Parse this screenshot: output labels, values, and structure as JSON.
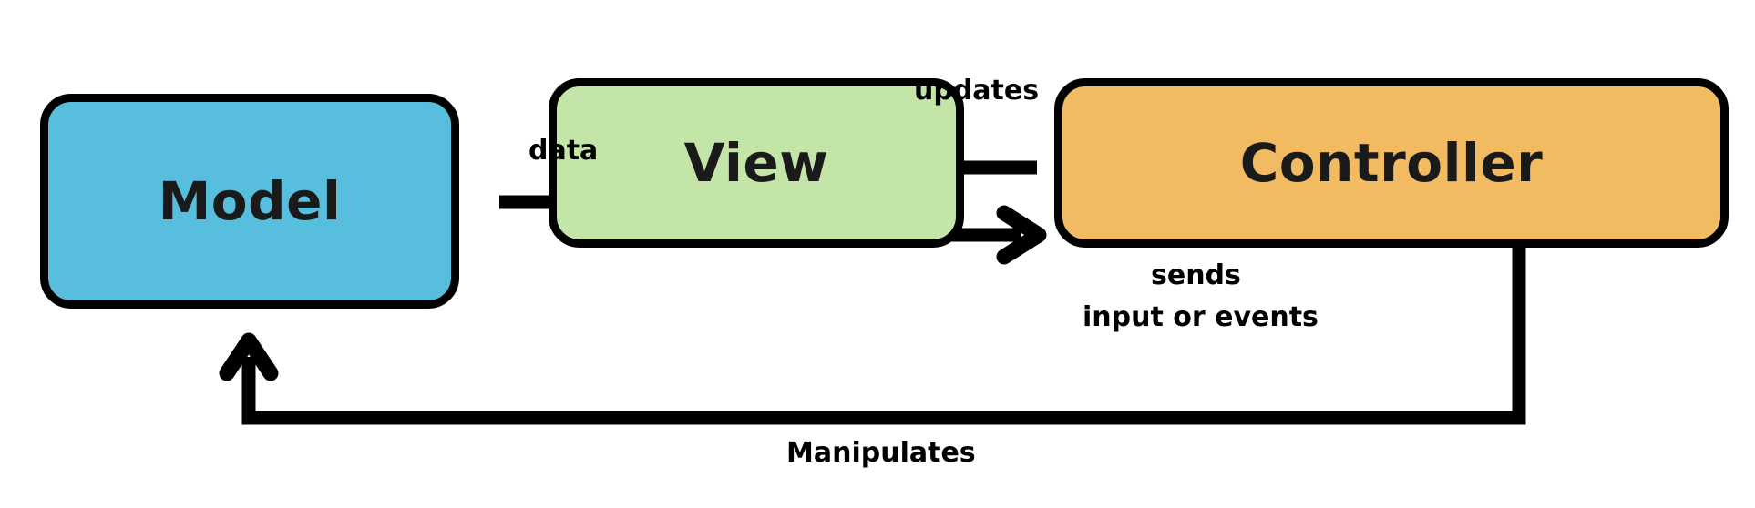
{
  "diagram": {
    "title": "Model View Controller (MVC) pattern diagram",
    "type": "flow-diagram",
    "background": "#FFFFFF",
    "nodes": [
      {
        "id": "model",
        "label": "Model",
        "fill": "#57BFDD",
        "stroke": "#000000"
      },
      {
        "id": "view",
        "label": "View",
        "fill": "#C3E6A8",
        "stroke": "#000000"
      },
      {
        "id": "controller",
        "label": "Controller",
        "fill": "#F2BB62",
        "stroke": "#000000"
      }
    ],
    "edges": [
      {
        "id": "model-to-view",
        "label": "data",
        "from": "model",
        "to": "view",
        "direction": "right"
      },
      {
        "id": "controller-to-view",
        "label": "updates",
        "from": "controller",
        "to": "view",
        "direction": "left"
      },
      {
        "id": "view-to-controller",
        "label": "sends",
        "from": "view",
        "to": "controller",
        "direction": "right"
      },
      {
        "id": "view-to-controller-2",
        "label": "input or events",
        "from": "view",
        "to": "controller",
        "direction": "right"
      },
      {
        "id": "controller-to-model",
        "label": "Manipulates",
        "from": "controller",
        "to": "model",
        "direction": "left"
      }
    ]
  }
}
